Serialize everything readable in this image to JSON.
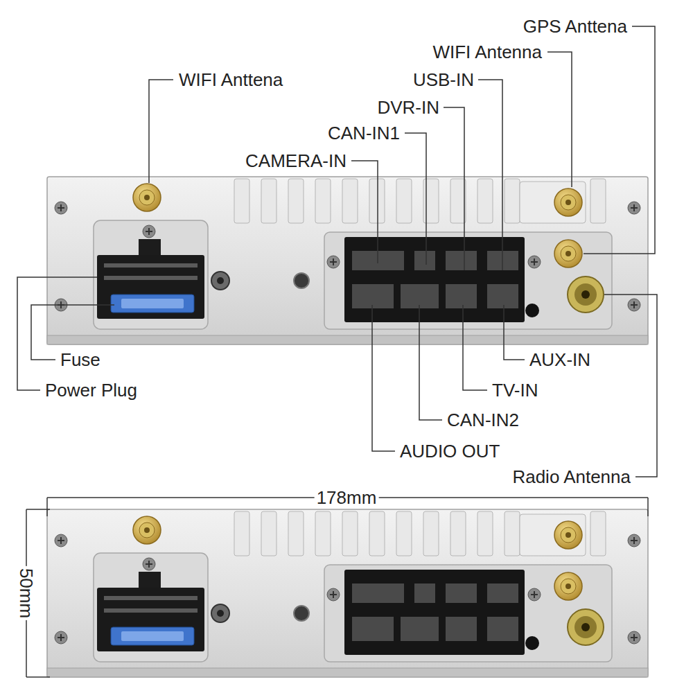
{
  "diagram": {
    "labels": [
      "GPS Anttena",
      "WIFI Antenna",
      "WIFI Anttena",
      "USB-IN",
      "DVR-IN",
      "CAN-IN1",
      "CAMERA-IN",
      "Fuse",
      "AUX-IN",
      "Power Plug",
      "TV-IN",
      "CAN-IN2",
      "AUDIO OUT",
      "Radio Antenna",
      "178mm",
      "50mm"
    ]
  }
}
